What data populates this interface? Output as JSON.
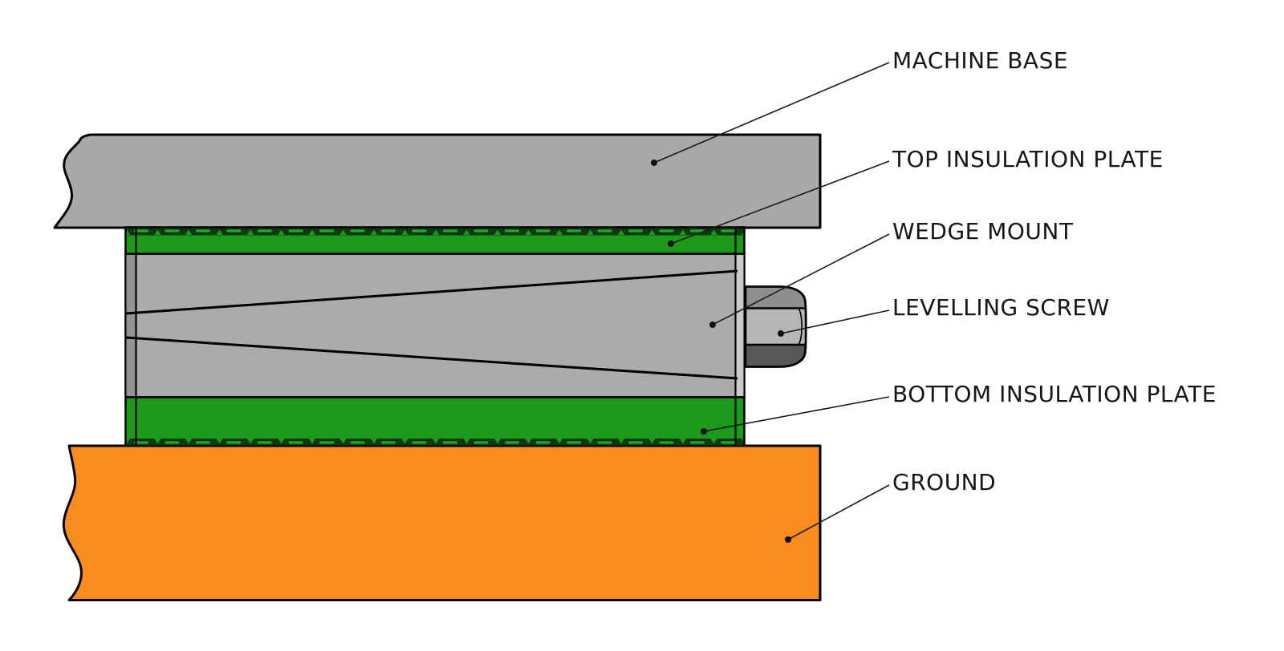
{
  "diagram": {
    "type": "technical-cross-section",
    "subject": "Machine wedge mount installation between machine base and ground",
    "labels": {
      "machine_base": "MACHINE BASE",
      "top_insulation_plate": "TOP INSULATION PLATE",
      "wedge_mount": "WEDGE MOUNT",
      "levelling_screw": "LEVELLING SCREW",
      "bottom_insulation_plate": "BOTTOM INSULATION PLATE",
      "ground": "GROUND"
    },
    "colors": {
      "machine_base_gray": "#a9a9a9",
      "wedge_body_gray": "#ababab",
      "side_strip_left_gray": "#949494",
      "side_strip_right_gray": "#c9c9c9",
      "insulation_green": "#1c9a1c",
      "rib_band_dark_green": "#0d390f",
      "ground_orange": "#f98c1e",
      "screw_top_gray": "#8e8e8e",
      "screw_mid_gray": "#b6b6b6",
      "screw_bottom_gray": "#575757",
      "outline": "#000000"
    }
  }
}
